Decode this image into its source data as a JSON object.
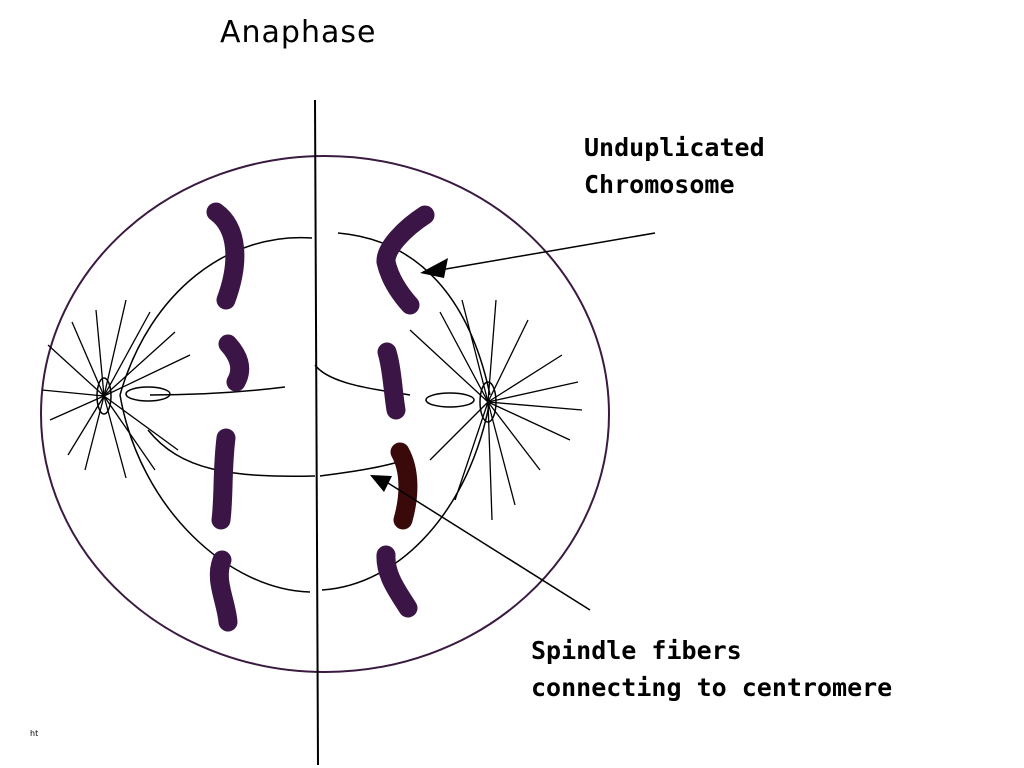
{
  "title": "Anaphase",
  "labels": {
    "unduplicated_line1": "Unduplicated",
    "unduplicated_line2": "Chromosome",
    "spindle_line1": "Spindle fibers",
    "spindle_line2": "connecting to centromere"
  },
  "corner_mark": "ht",
  "colors": {
    "cell_outline": "#3a1a40",
    "chromosome": "#3b1545",
    "highlighted_chromosome": "#3a0a0a",
    "line": "#000000"
  }
}
